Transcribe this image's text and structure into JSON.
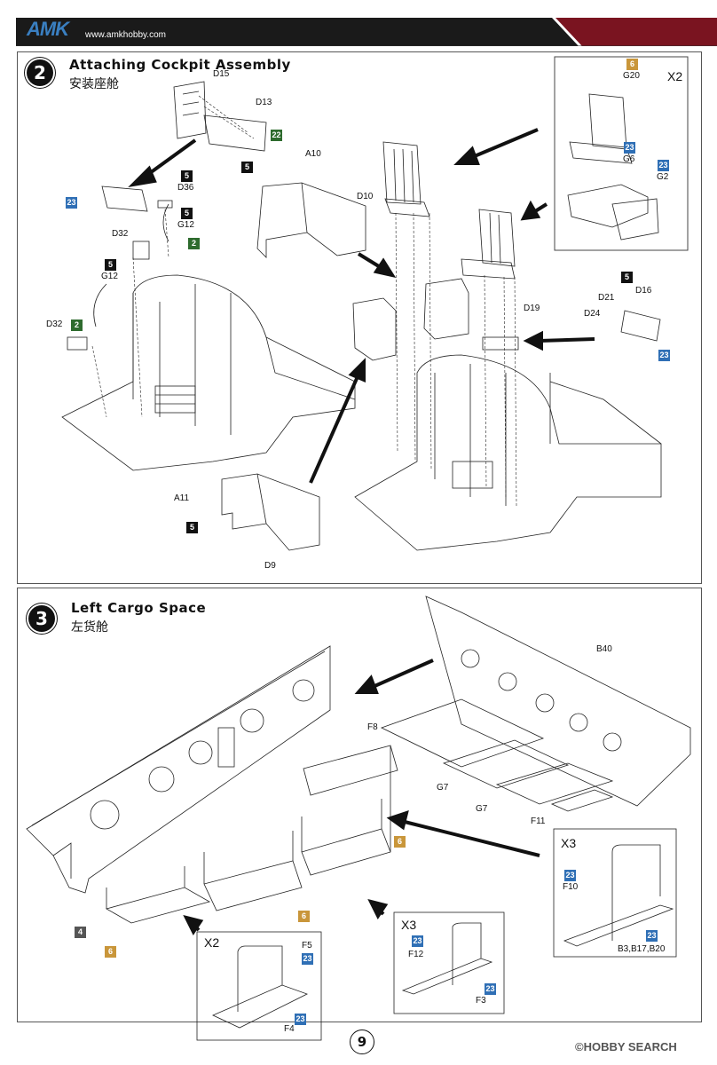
{
  "header": {
    "logo": "AMK",
    "website": "www.amkhobby.com"
  },
  "step2": {
    "number": "2",
    "title": "Attaching Cockpit Assembly",
    "subtitle": "安装座舱",
    "labels": {
      "D15": "D15",
      "D13": "D13",
      "D36": "D36",
      "G12a": "G12",
      "G12b": "G12",
      "D32a": "D32",
      "D32b": "D32",
      "A10": "A10",
      "D10": "D10",
      "A11": "A11",
      "D9": "D9",
      "D19": "D19",
      "D21": "D21",
      "D16": "D16",
      "D24": "D24"
    },
    "badges": {
      "b22": "22",
      "b23a": "23",
      "b5a": "5",
      "b5b": "5",
      "b2a": "2",
      "b5c": "5",
      "b2b": "2",
      "b5d": "5",
      "b5e": "5",
      "b5f": "5",
      "b23e": "23"
    },
    "inset": {
      "multiplier": "X2",
      "labels": {
        "G20": "G20",
        "G6": "G6",
        "G2": "G2"
      },
      "badges": {
        "b6": "6",
        "b23a": "23",
        "b23b": "23"
      }
    }
  },
  "step3": {
    "number": "3",
    "title": "Left Cargo Space",
    "subtitle": "左货舱",
    "labels": {
      "B40": "B40",
      "F8": "F8",
      "G7a": "G7",
      "G7b": "G7",
      "F11": "F11"
    },
    "badges": {
      "b6a": "6",
      "b6b": "6",
      "b6c": "6",
      "b4": "4"
    },
    "inset_x3_right": {
      "multiplier": "X3",
      "labels": {
        "F10": "F10",
        "B3": "B3,B17,B20"
      },
      "badges": {
        "b23a": "23",
        "b23b": "23"
      }
    },
    "inset_x3_mid": {
      "multiplier": "X3",
      "labels": {
        "F12": "F12",
        "F3": "F3"
      },
      "badges": {
        "b23a": "23",
        "b23b": "23"
      }
    },
    "inset_x2": {
      "multiplier": "X2",
      "labels": {
        "F5": "F5",
        "F4": "F4"
      },
      "badges": {
        "b23a": "23",
        "b23b": "23"
      }
    }
  },
  "footer": {
    "page_number": "9",
    "watermark": "©HOBBY SEARCH"
  },
  "colors": {
    "badge_blue": "#2f6fb5",
    "badge_green": "#2e6b2e",
    "badge_gold": "#c9963a",
    "badge_black": "#111111",
    "header_dark": "#1a1a1a",
    "header_red": "#7a1420"
  }
}
